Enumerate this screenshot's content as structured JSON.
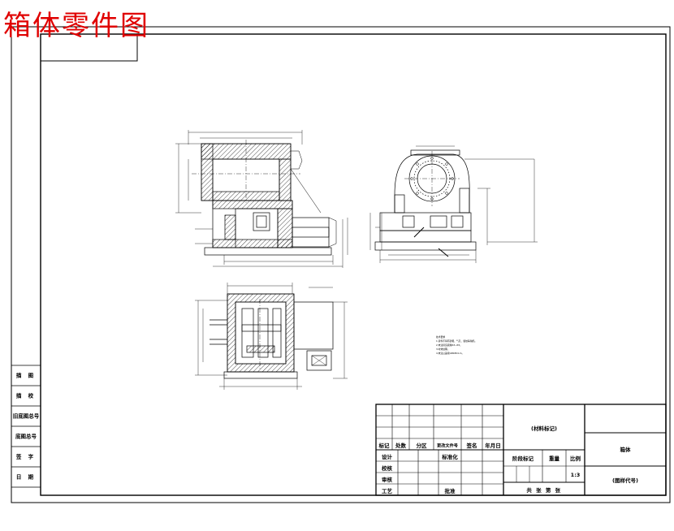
{
  "overlay_title": "箱体零件图",
  "side_panel": {
    "labels": [
      "描 图",
      "描 校",
      "旧底图总号",
      "底图总号",
      "签 字",
      "日 期"
    ]
  },
  "title_block": {
    "material": "(材料标记)",
    "part_name": "箱体",
    "drawing_code": "(图样代号)",
    "header_row": [
      "标记",
      "处数",
      "分区",
      "更改文件号",
      "签名",
      "年月日"
    ],
    "design": "设计",
    "standardization": "标准化",
    "check": "校核",
    "review": "审核",
    "process": "工艺",
    "approve": "批准",
    "stage_mark": "阶段标记",
    "weight": "重量",
    "scale": "比例",
    "scale_value": "1:3",
    "sheets": "共 张 第 张"
  },
  "tech_notes": {
    "title": "技术要求",
    "lines": [
      "1.铸件不得有砂眼、气孔、裂纹等缺陷。",
      "2.未注铸造圆角R3~R5。",
      "3.时效处理。",
      "4.未注公差按GB1804-m。"
    ]
  }
}
